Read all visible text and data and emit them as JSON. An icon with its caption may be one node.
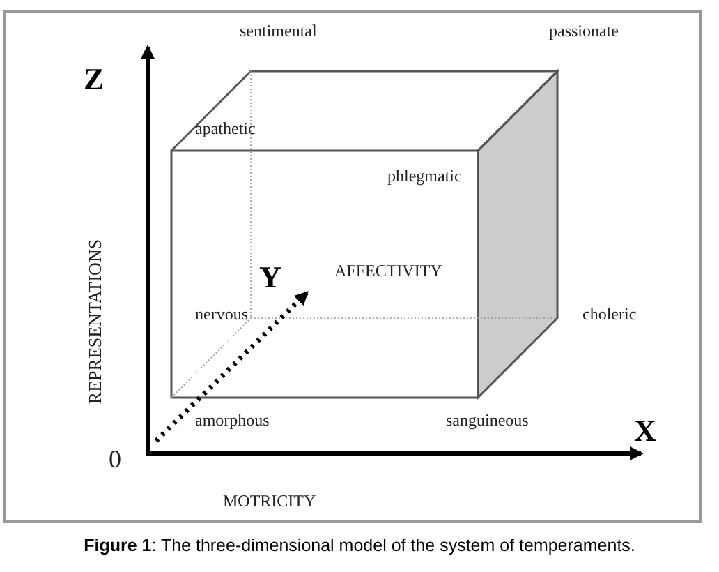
{
  "diagram": {
    "caption": "**Figure 1**: The three-dimensional model of the system of temperaments.",
    "labels": [
      "sentimental",
      "passionate",
      "Z",
      "apathetic",
      "phlegmatic",
      "REPRESENTATIONS",
      "Y",
      "AFFECTIVITY",
      "nervous",
      "choleric",
      "amorphous",
      "sanguineous",
      "X",
      "0",
      "MOTRICITY"
    ]
  }
}
